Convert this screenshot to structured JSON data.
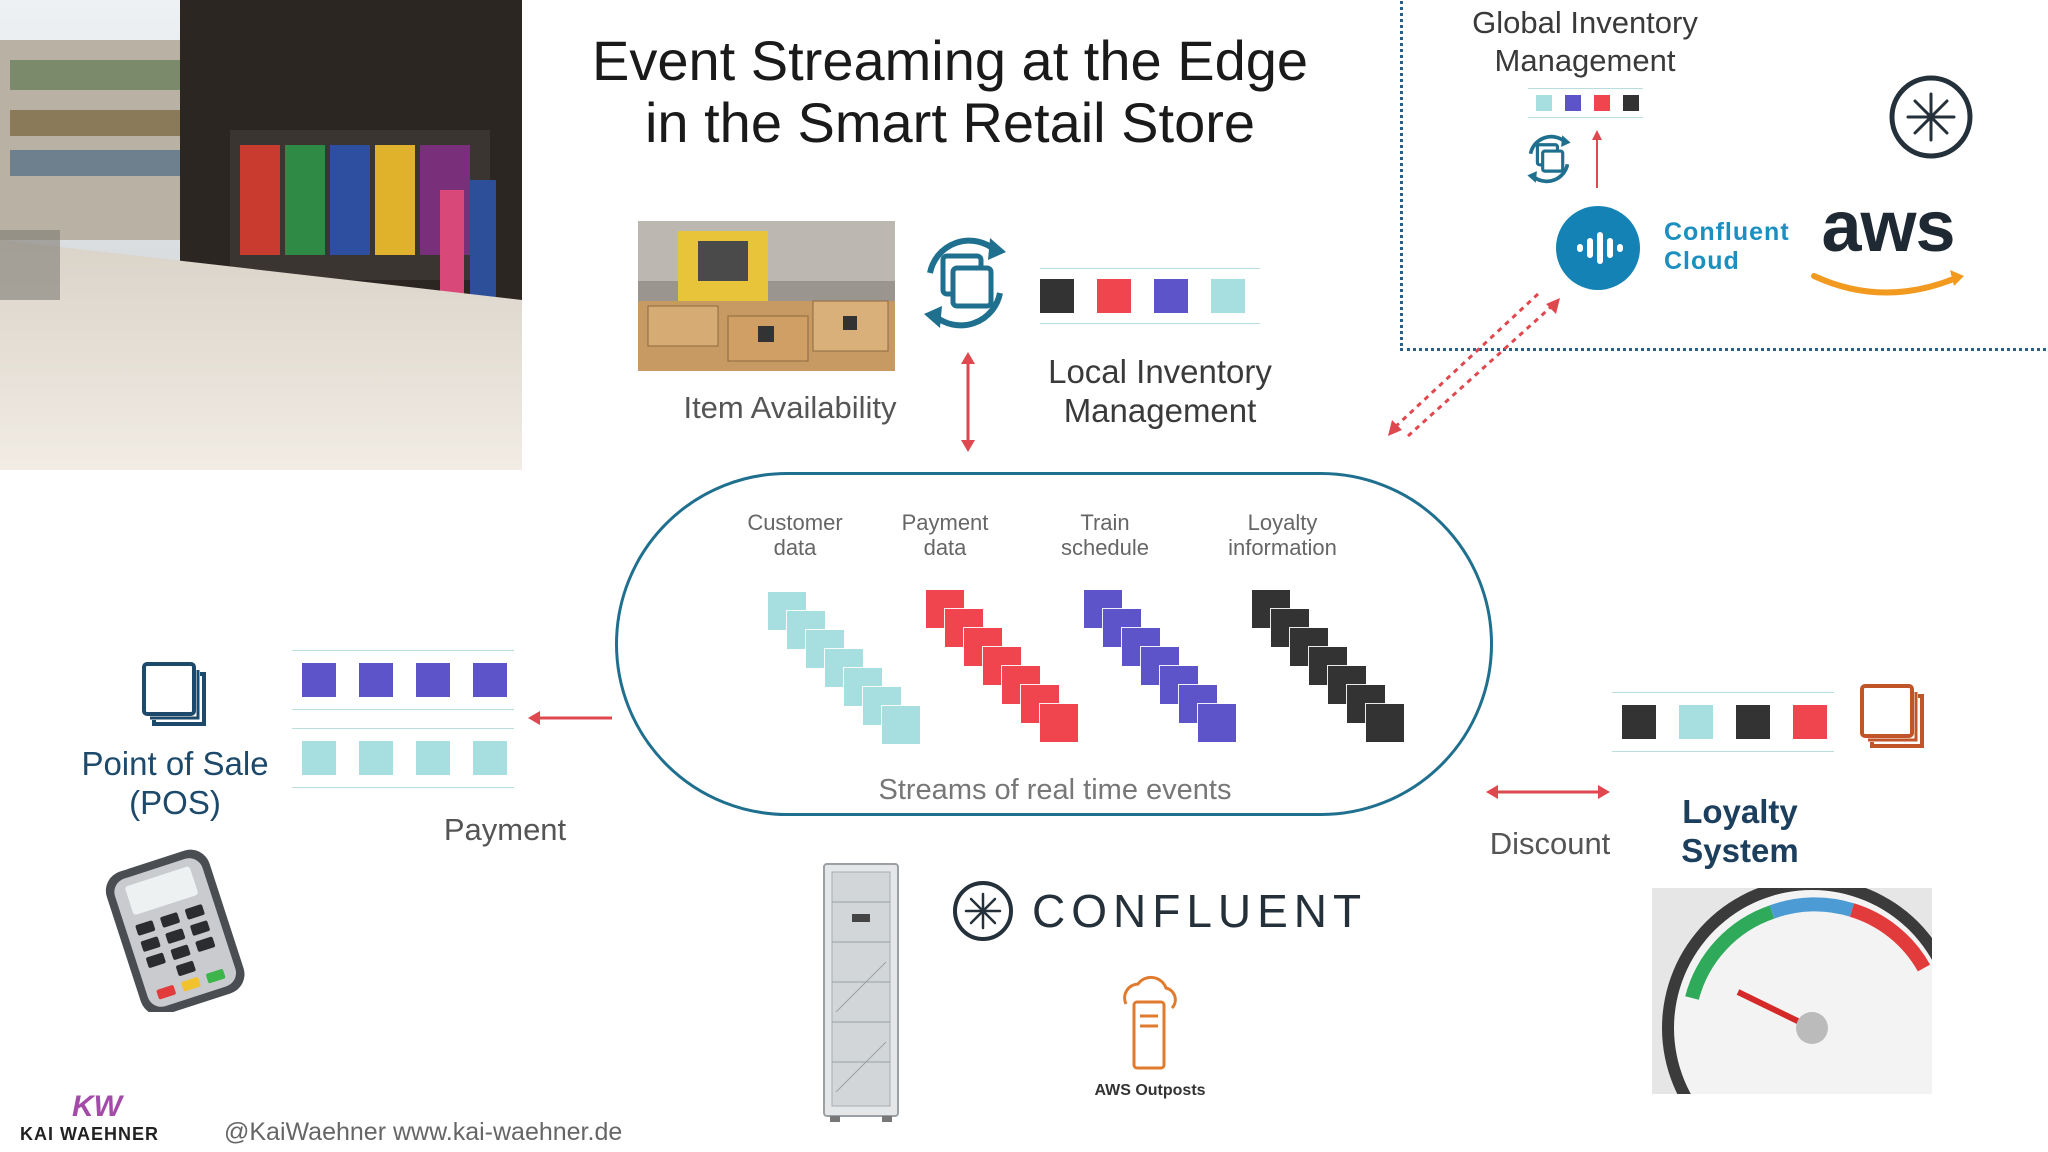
{
  "title_line1": "Event Streaming at the Edge",
  "title_line2": "in the Smart Retail Store",
  "item_availability": "Item Availability",
  "local_inventory": "Local Inventory Management",
  "local_inventory_l1": "Local Inventory",
  "local_inventory_l2": "Management",
  "global_inventory_l1": "Global Inventory",
  "global_inventory_l2": "Management",
  "confluent_cloud_l1": "Confluent",
  "confluent_cloud_l2": "Cloud",
  "aws_logo": "aws",
  "streams": {
    "col1_l1": "Customer",
    "col1_l2": "data",
    "col2_l1": "Payment",
    "col2_l2": "data",
    "col3_l1": "Train",
    "col3_l2": "schedule",
    "col4_l1": "Loyalty",
    "col4_l2": "information",
    "caption": "Streams of real time events"
  },
  "pos_l1": "Point of Sale",
  "pos_l2": "(POS)",
  "payment": "Payment",
  "discount": "Discount",
  "loyalty_l1": "Loyalty",
  "loyalty_l2": "System",
  "confluent_wordmark": "CONFLUENT",
  "aws_outposts": "AWS Outposts",
  "footer_handle": "@KaiWaehner www.kai-waehner.de",
  "kw_monogram": "KW",
  "kw_name": "KAI WAEHNER",
  "colors": {
    "teal": "#a7dfe0",
    "red": "#f0454f",
    "purple": "#5d54c9",
    "dark": "#333333",
    "accent_blue": "#1f6f8f",
    "arrow_red": "#e0484f",
    "confluent_cloud_blue": "#1482b4",
    "orange": "#e07a2c"
  }
}
